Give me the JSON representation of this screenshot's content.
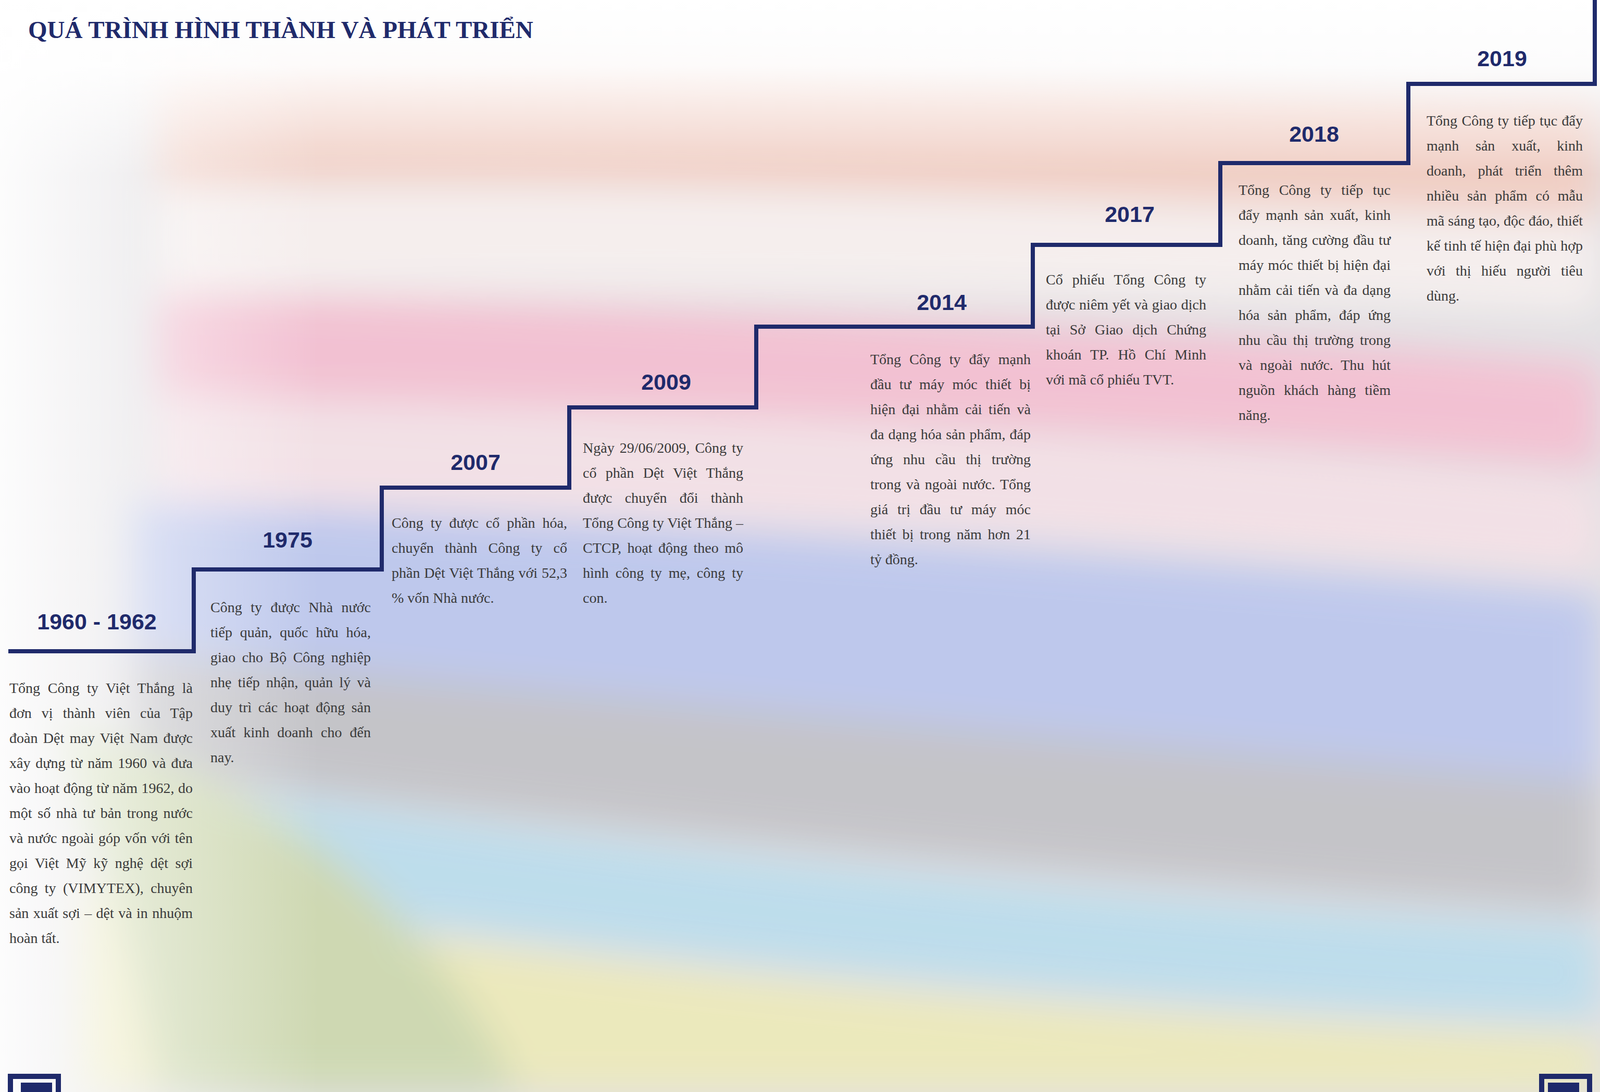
{
  "diagram": {
    "title": "QUÁ TRÌNH HÌNH THÀNH VÀ PHÁT TRIỂN",
    "labels": [
      "1960 - 1962",
      "Tổng Công ty Việt Thắng là đơn vị thành viên của Tập đoàn Dệt may Việt Nam được xây dựng từ năm 1960 và đưa vào hoạt động từ năm 1962, do một số nhà tư bản trong nước và nước ngoài góp vốn với tên gọi Việt Mỹ kỹ nghệ dệt sợi công ty (VIMYTEX), chuyên sản xuất sợi – dệt và in nhuộm hoàn tất.",
      "1975",
      "Công ty được Nhà nước tiếp quản, quốc hữu hóa, giao cho Bộ Công nghiệp nhẹ tiếp nhận, quản lý và duy trì các hoạt động sản xuất kinh doanh cho đến nay.",
      "2007",
      "Công ty được cổ phần hóa, chuyển thành Công ty cổ phần Dệt Việt Thắng với 52,3 % vốn Nhà nước.",
      "2009",
      "Ngày 29/06/2009, Công ty cổ phần Dệt Việt Thắng được chuyển đổi thành Tổng Công ty Việt Thắng – CTCP, hoạt động theo mô hình công ty mẹ, công ty con.",
      "2014",
      "Tổng Công ty đẩy mạnh đầu tư máy móc thiết bị hiện đại nhằm cải tiến và đa dạng hóa sản phẩm, đáp ứng nhu cầu thị trường trong và ngoài nước. Tổng giá trị đầu tư máy móc thiết bị trong năm hơn 21 tỷ đồng.",
      "2017",
      "Cổ phiếu Tổng Công ty được niêm yết và giao dịch tại Sở Giao dịch Chứng khoán TP. Hồ Chí Minh với mã cổ phiếu TVT.",
      "2018",
      "Tổng Công ty tiếp tục đẩy mạnh sản xuất, kinh doanh, tăng cường đầu tư máy móc thiết bị hiện đại nhằm cải tiến và đa dạng hóa sản phẩm, đáp ứng nhu cầu thị trường trong và ngoài nước. Thu hút nguồn khách hàng tiềm năng.",
      "2019",
      "Tổng Công ty tiếp tục đẩy mạnh sản xuất, kinh doanh, phát triển thêm nhiều sản phẩm có mẫu mã sáng tạo, độc đáo, thiết kế tinh tế hiện đại phù hợp với thị hiếu người tiêu dùng."
    ]
  }
}
